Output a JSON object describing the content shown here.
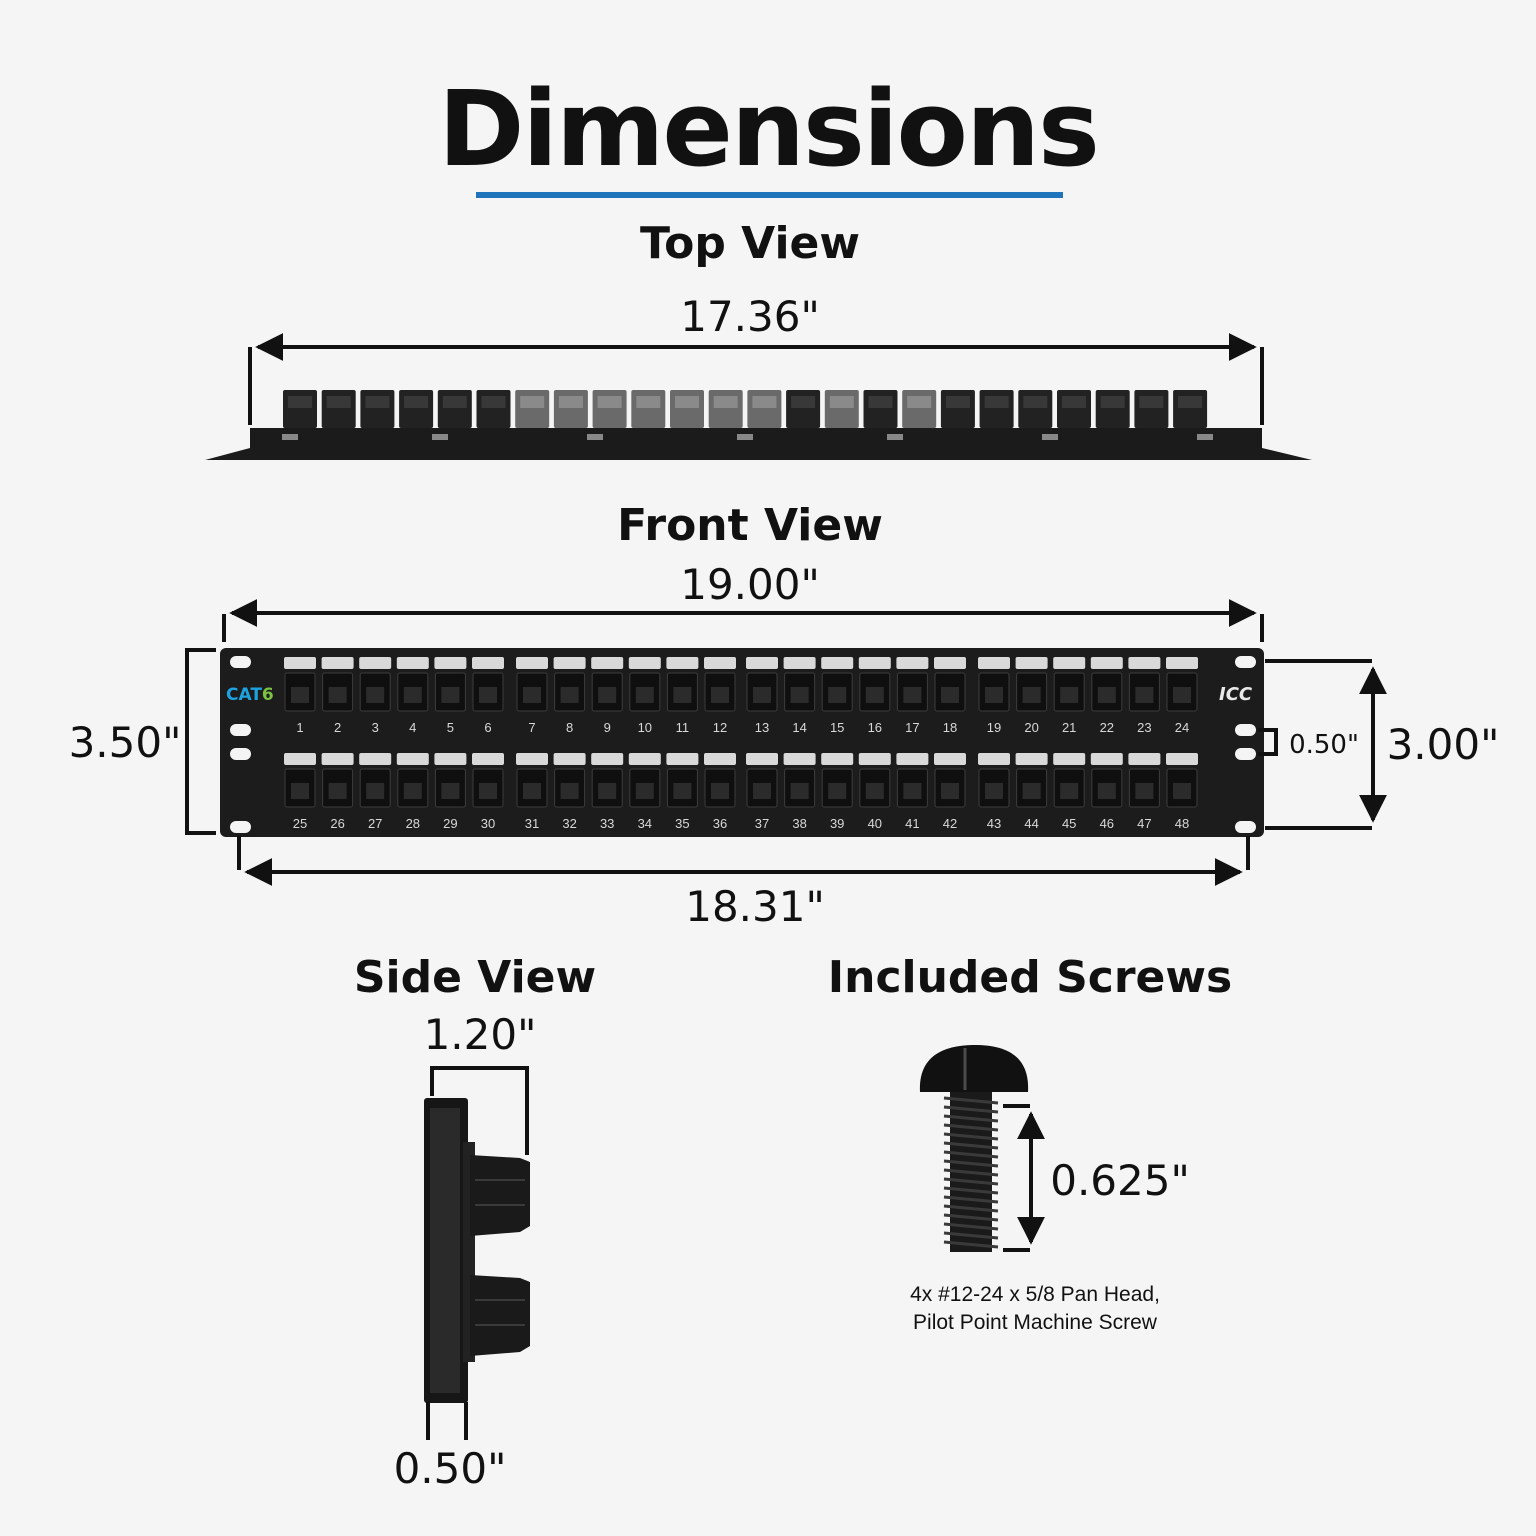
{
  "title": "Dimensions",
  "colors": {
    "accent": "#1f74bb",
    "panel": "#1d1d1d",
    "line": "#111111",
    "cat6_blue": "#1fa2e0",
    "cat6_green": "#7cc242"
  },
  "top_view": {
    "heading": "Top View",
    "width": "17.36\""
  },
  "front_view": {
    "heading": "Front View",
    "overall_width": "19.00\"",
    "mount_width": "18.31\"",
    "height": "3.50\"",
    "hole_span": "3.00\"",
    "hole_gap": "0.50\"",
    "logo_text": "CAT6",
    "brand": "ICC",
    "port_count": 48
  },
  "side_view": {
    "heading": "Side View",
    "depth": "1.20\"",
    "face_thickness": "0.50\""
  },
  "screws": {
    "heading": "Included Screws",
    "length": "0.625\"",
    "caption_line1": "4x #12-24 x 5/8 Pan Head,",
    "caption_line2": "Pilot Point Machine Screw"
  }
}
